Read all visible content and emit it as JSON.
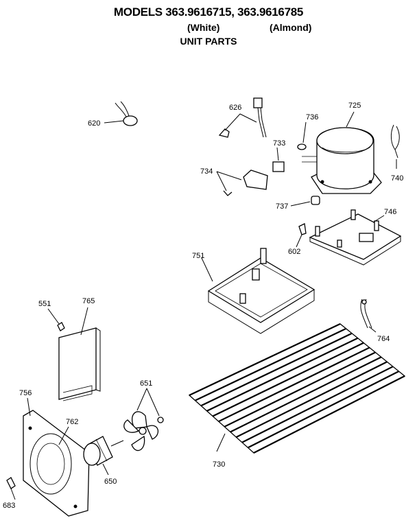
{
  "header": {
    "title": "MODELS 363.9616715, 363.9616785",
    "subtitle_white": "(White)",
    "subtitle_almond": "(Almond)",
    "section": "UNIT PARTS"
  },
  "parts": [
    {
      "id": "620",
      "label": "620"
    },
    {
      "id": "626",
      "label": "626"
    },
    {
      "id": "725",
      "label": "725"
    },
    {
      "id": "736",
      "label": "736"
    },
    {
      "id": "733",
      "label": "733"
    },
    {
      "id": "734",
      "label": "734"
    },
    {
      "id": "740",
      "label": "740"
    },
    {
      "id": "737",
      "label": "737"
    },
    {
      "id": "746",
      "label": "746"
    },
    {
      "id": "602",
      "label": "602"
    },
    {
      "id": "751",
      "label": "751"
    },
    {
      "id": "551",
      "label": "551"
    },
    {
      "id": "765",
      "label": "765"
    },
    {
      "id": "764",
      "label": "764"
    },
    {
      "id": "756",
      "label": "756"
    },
    {
      "id": "762",
      "label": "762"
    },
    {
      "id": "651",
      "label": "651"
    },
    {
      "id": "650",
      "label": "650"
    },
    {
      "id": "730",
      "label": "730"
    },
    {
      "id": "683",
      "label": "683"
    }
  ]
}
